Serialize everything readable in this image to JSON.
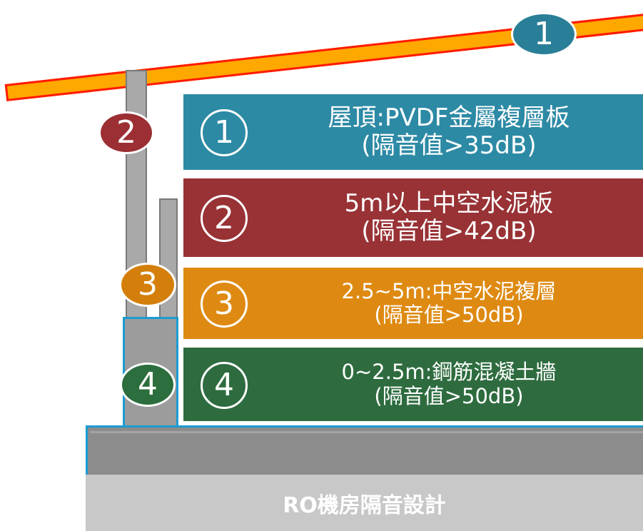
{
  "layers": [
    {
      "number": "①",
      "title": "屋頂:PVDF金屬複層板",
      "rating": "(隔音值>35dB)",
      "color": "#2d8aa5"
    },
    {
      "number": "②",
      "title": "5m以上中空水泥板",
      "rating": "(隔音值>42dB)",
      "color": "#983235"
    },
    {
      "number": "③",
      "title": "2.5~5m:中空水泥複層",
      "rating": "(隔音值>50dB)",
      "color": "#de8a12"
    },
    {
      "number": "④",
      "title": "0~2.5m:鋼筋混凝土牆",
      "rating": "(隔音值>50dB)",
      "color": "#2e6c3f"
    }
  ],
  "badges": [
    "1",
    "2",
    "3",
    "4"
  ],
  "caption": "RO機房隔音設計",
  "colors": {
    "roof_fill": "#ffa800",
    "roof_border": "#ff1a00",
    "outline_blue": "#1b9cd1",
    "concrete": "#8c8c8c"
  }
}
